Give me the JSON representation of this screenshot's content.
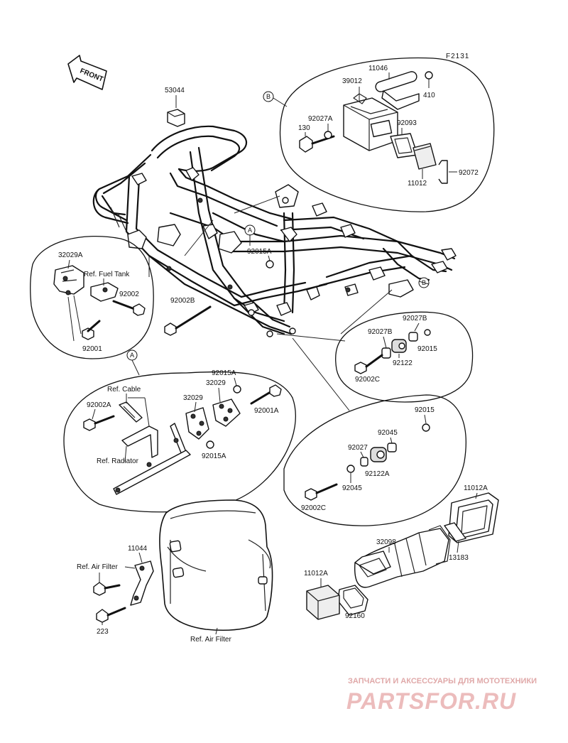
{
  "figure_code": "F2131",
  "front_label": "FRONT",
  "circle_letters": {
    "a": "A",
    "b": "B"
  },
  "part_numbers": [
    {
      "id": "p53044",
      "text": "53044"
    },
    {
      "id": "p11046",
      "text": "11046"
    },
    {
      "id": "p39012",
      "text": "39012"
    },
    {
      "id": "p410",
      "text": "410"
    },
    {
      "id": "p92027A",
      "text": "92027A"
    },
    {
      "id": "p130",
      "text": "130"
    },
    {
      "id": "p92093",
      "text": "92093"
    },
    {
      "id": "p11012",
      "text": "11012"
    },
    {
      "id": "p92072",
      "text": "92072"
    },
    {
      "id": "p32029A",
      "text": "32029A"
    },
    {
      "id": "p92002",
      "text": "92002"
    },
    {
      "id": "p92001",
      "text": "92001"
    },
    {
      "id": "p92015A_top",
      "text": "92015A"
    },
    {
      "id": "p92002B",
      "text": "92002B"
    },
    {
      "id": "p92027B",
      "text": "92027B"
    },
    {
      "id": "p92027B_2",
      "text": "92027B"
    },
    {
      "id": "p92015_r",
      "text": "92015"
    },
    {
      "id": "p92122",
      "text": "92122"
    },
    {
      "id": "p92002C_a",
      "text": "92002C"
    },
    {
      "id": "p92015A_mid",
      "text": "92015A"
    },
    {
      "id": "p32029_a",
      "text": "32029"
    },
    {
      "id": "p32029_b",
      "text": "32029"
    },
    {
      "id": "p92002A",
      "text": "92002A"
    },
    {
      "id": "p92001A",
      "text": "92001A"
    },
    {
      "id": "p92015A_low",
      "text": "92015A"
    },
    {
      "id": "p92015_b",
      "text": "92015"
    },
    {
      "id": "p92045_a",
      "text": "92045"
    },
    {
      "id": "p92027",
      "text": "92027"
    },
    {
      "id": "p92122A",
      "text": "92122A"
    },
    {
      "id": "p92045_b",
      "text": "92045"
    },
    {
      "id": "p92002C_b",
      "text": "92002C"
    },
    {
      "id": "p11012A_top",
      "text": "11012A"
    },
    {
      "id": "p32098",
      "text": "32098"
    },
    {
      "id": "p13183",
      "text": "13183"
    },
    {
      "id": "p11012A_low",
      "text": "11012A"
    },
    {
      "id": "p92160",
      "text": "92160"
    },
    {
      "id": "p11044",
      "text": "11044"
    },
    {
      "id": "p223",
      "text": "223"
    }
  ],
  "references": {
    "fuel_tank": "Ref. Fuel Tank",
    "cable": "Ref. Cable",
    "radiator": "Ref. Radiator",
    "air_filter_top": "Ref. Air Filter",
    "air_filter_bottom": "Ref. Air Filter"
  },
  "watermark": {
    "tagline": "ЗАПЧАСТИ И АКСЕССУАРЫ ДЛЯ МОТОТЕХНИКИ",
    "brand": "PARTSFOR.RU",
    "color": "#e8b3b3"
  }
}
